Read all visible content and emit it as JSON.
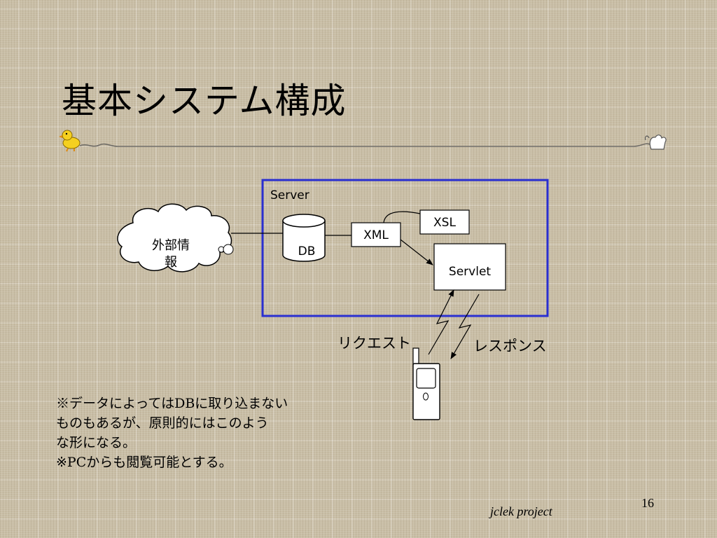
{
  "slide": {
    "title": "基本システム構成",
    "page_number": "16",
    "footer": "jclek project"
  },
  "diagram": {
    "server_label": "Server",
    "external_label_line1": "外部情",
    "external_label_line2": "報",
    "db_label": "DB",
    "xml_label": "XML",
    "xsl_label": "XSL",
    "servlet_label": "Servlet",
    "request_label": "リクエスト",
    "response_label": "レスポンス",
    "server_box_color": "#2a2fd0"
  },
  "notes": [
    "※データによってはDBに取り込まない",
    "ものもあるが、原則的にはこのよう",
    "な形になる。",
    "※PCからも閲覧可能とする。"
  ],
  "icons": {
    "left_decoration": "duckling-icon",
    "right_decoration": "hand-icon",
    "phone": "mobile-phone-icon"
  }
}
